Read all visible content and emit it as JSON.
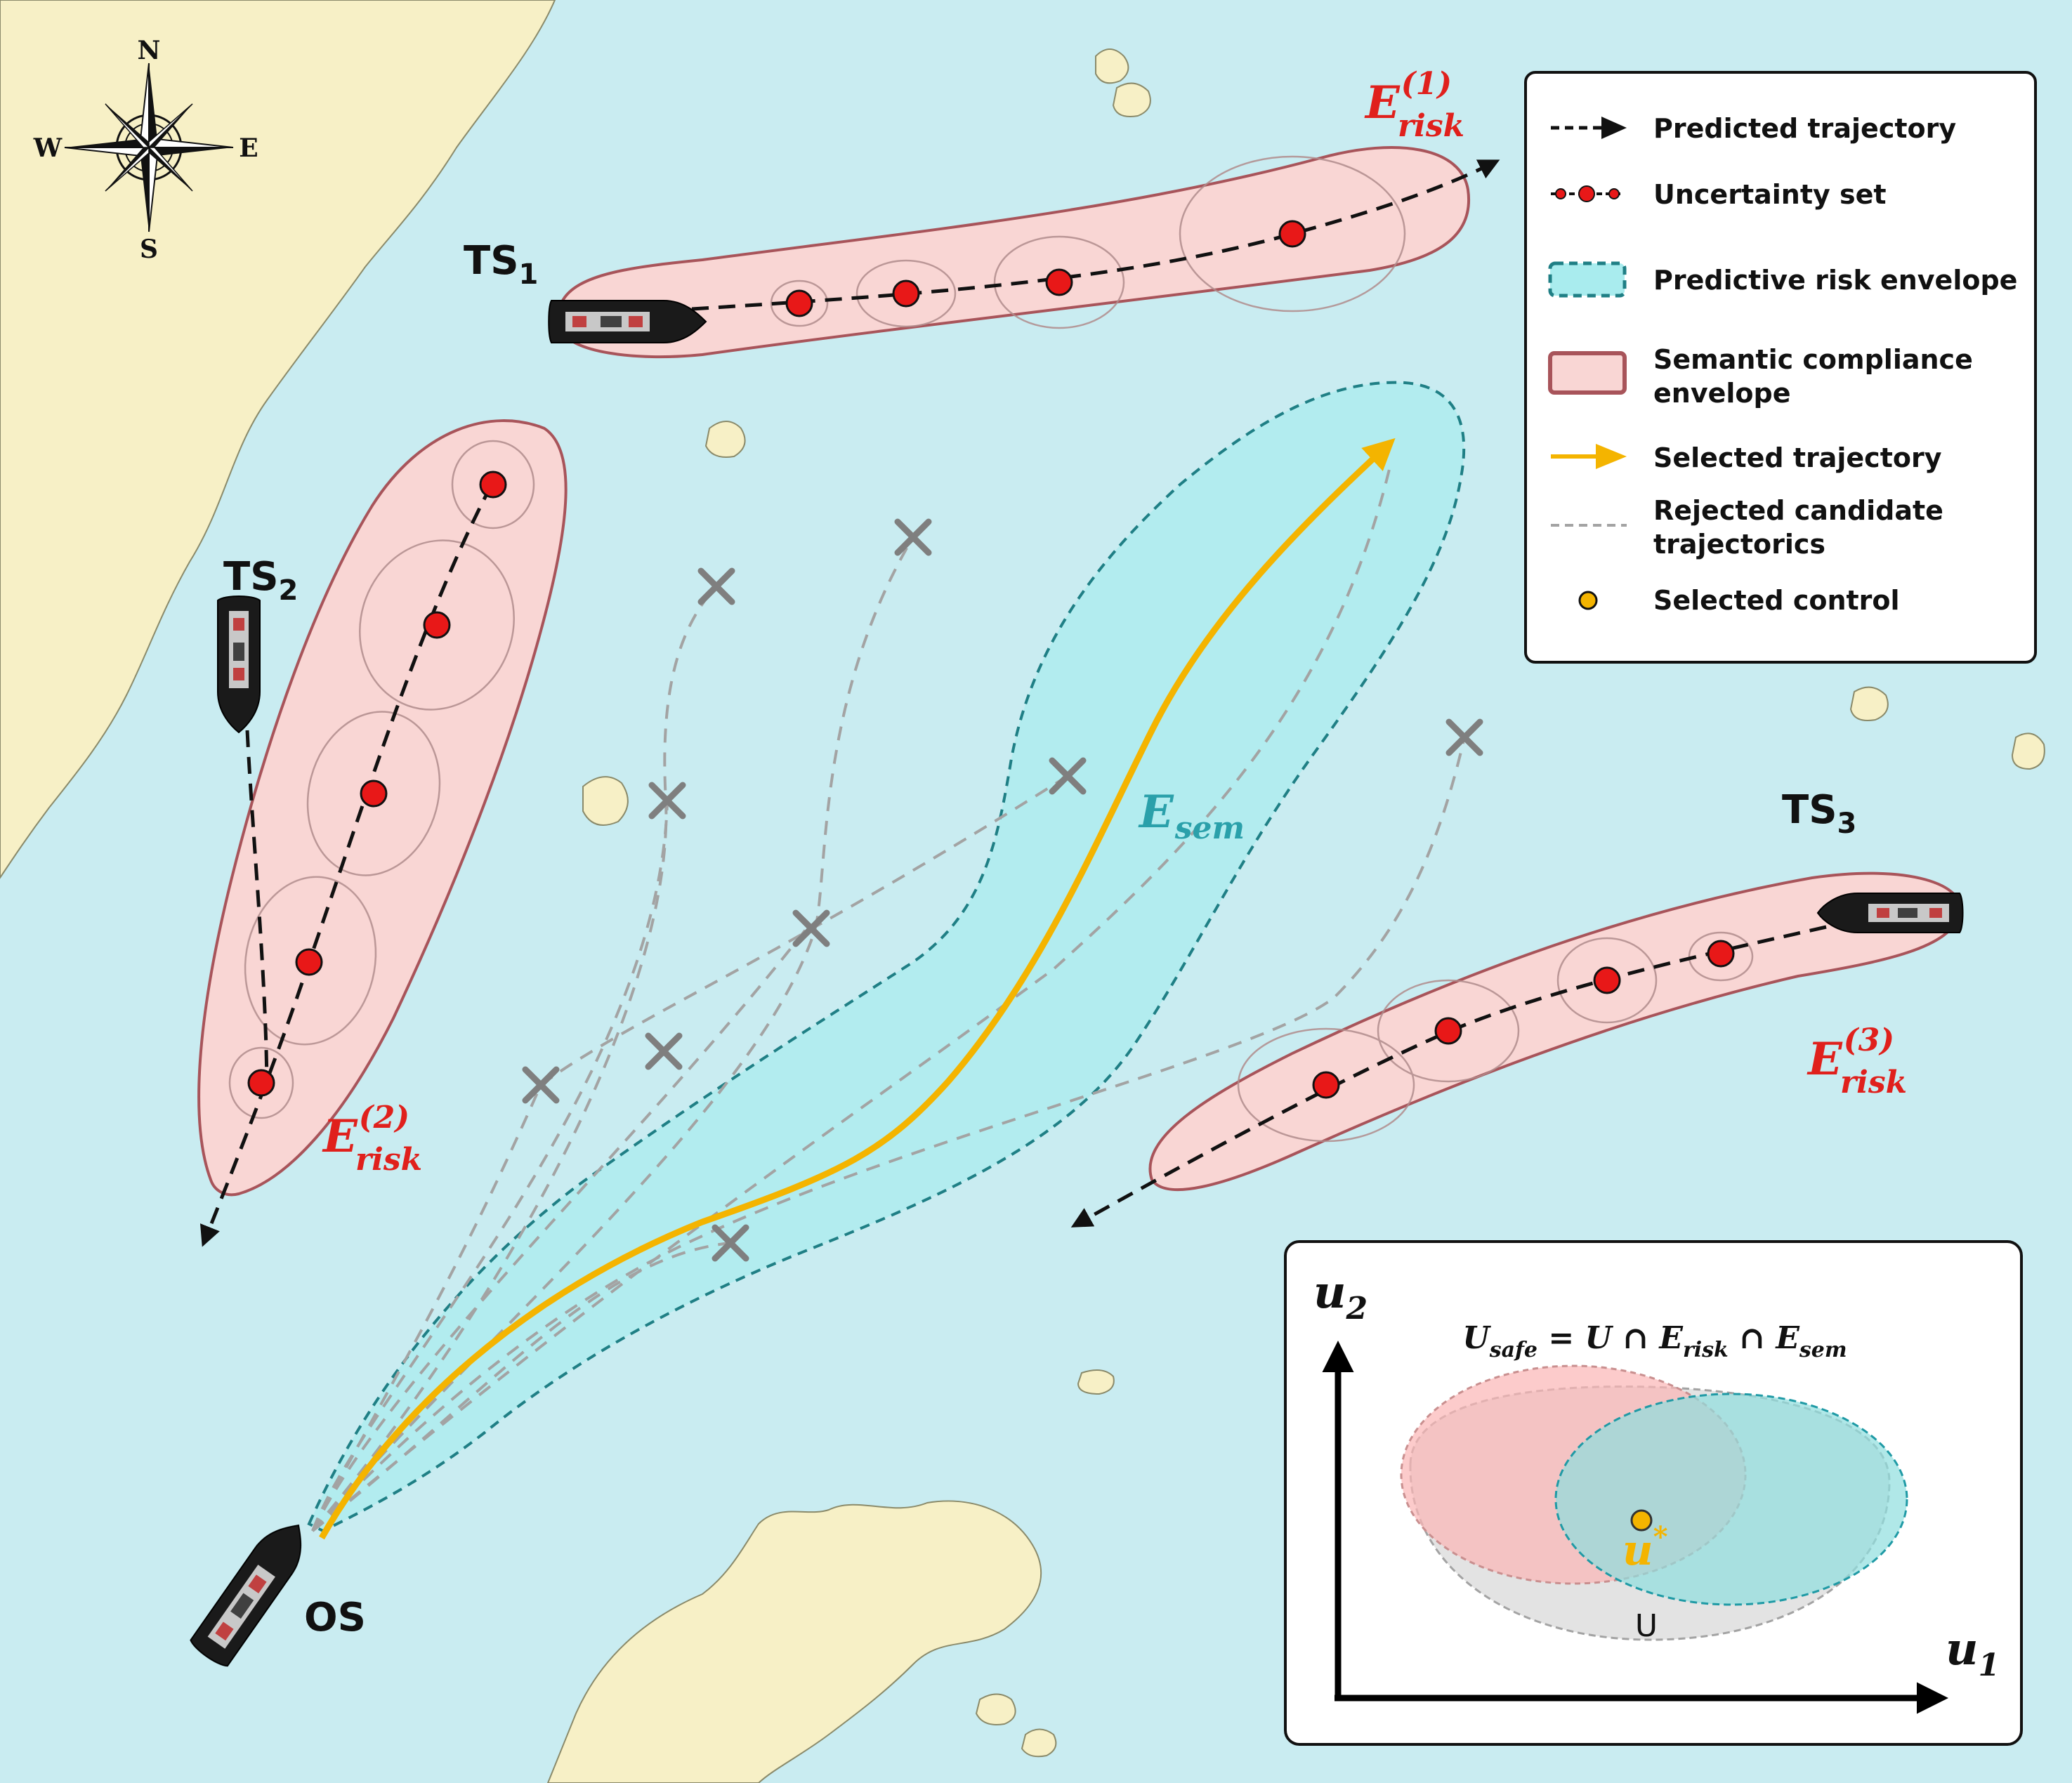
{
  "compass": {
    "n": "N",
    "s": "S",
    "e": "E",
    "w": "W"
  },
  "vessels": {
    "ts1": {
      "name": "TS",
      "sub": "1"
    },
    "ts2": {
      "name": "TS",
      "sub": "2"
    },
    "ts3": {
      "name": "TS",
      "sub": "3"
    },
    "os": {
      "name": "OS"
    }
  },
  "envelopes": {
    "risk1": {
      "base": "E",
      "sup": "(1)",
      "sub": "risk"
    },
    "risk2": {
      "base": "E",
      "sup": "(2)",
      "sub": "risk"
    },
    "risk3": {
      "base": "E",
      "sup": "(3)",
      "sub": "risk"
    },
    "sem": {
      "base": "E",
      "sub": "sem"
    }
  },
  "legend": {
    "items": [
      {
        "label": "Predicted trajectory"
      },
      {
        "label": "Uncertainty set"
      },
      {
        "label": "Predictive risk envelope"
      },
      {
        "label_line1": "Semantic compliance",
        "label_line2": "envelope"
      },
      {
        "label": "Selected trajectory"
      },
      {
        "label_line1": "Rejected candidate",
        "label_line2": "trajectorics"
      },
      {
        "label": "Selected control"
      }
    ]
  },
  "inset": {
    "y_axis": {
      "base": "u",
      "sub": "2"
    },
    "x_axis": {
      "base": "u",
      "sub": "1"
    },
    "formula": {
      "lhs_base": "U",
      "lhs_sub": "safe",
      "eq": " = U ∩ ",
      "t1_base": "E",
      "t1_sub": "risk",
      "cap": " ∩ ",
      "t2_base": "E",
      "t2_sub": "sem"
    },
    "u_set_label": "U",
    "u_star": {
      "base": "u",
      "sup": "*"
    }
  },
  "colors": {
    "sea": "#c9ecf1",
    "land": "#f7f0c6",
    "risk_fill": "#f9d6d4",
    "risk_stroke": "#a8545a",
    "sem_fill": "#a9ecee",
    "sem_stroke": "#1f7f85",
    "selected": "#f4b400",
    "rejected": "#a3a3a3",
    "point": "#e81818",
    "label_red": "#e0201c",
    "label_teal": "#2aa0aa"
  }
}
